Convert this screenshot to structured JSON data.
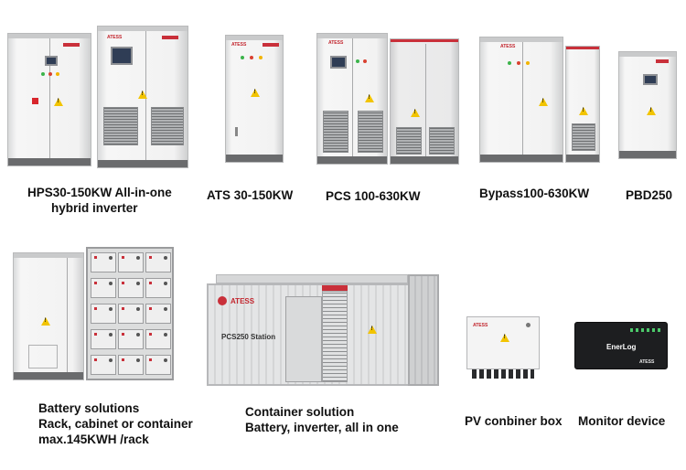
{
  "products": [
    {
      "id": "hps",
      "caption": [
        "HPS30-150KW All-in-one",
        "hybrid inverter"
      ]
    },
    {
      "id": "ats",
      "caption": [
        "ATS 30-150KW"
      ]
    },
    {
      "id": "pcs",
      "caption": [
        "PCS 100-630KW"
      ]
    },
    {
      "id": "bypass",
      "caption": [
        "Bypass100-630KW"
      ]
    },
    {
      "id": "pbd",
      "caption": [
        "PBD250"
      ]
    },
    {
      "id": "battery",
      "caption": [
        "Battery solutions",
        "Rack, cabinet or container",
        "max.145KWH /rack"
      ]
    },
    {
      "id": "container",
      "caption": [
        "Container solution",
        "Battery, inverter, all in one"
      ]
    },
    {
      "id": "pv",
      "caption": [
        "PV conbiner box"
      ]
    },
    {
      "id": "monitor",
      "caption": [
        "Monitor device"
      ]
    }
  ],
  "product_marks": {
    "brand": "ATESS",
    "container_label": "PCS250 Station",
    "monitor_label": "EnerLog"
  },
  "colors": {
    "brand_red": "#c9303a",
    "warning_yellow": "#f2c400",
    "cabinet_gray": "#f2f2f2",
    "monitor_black": "#1d1e20"
  }
}
